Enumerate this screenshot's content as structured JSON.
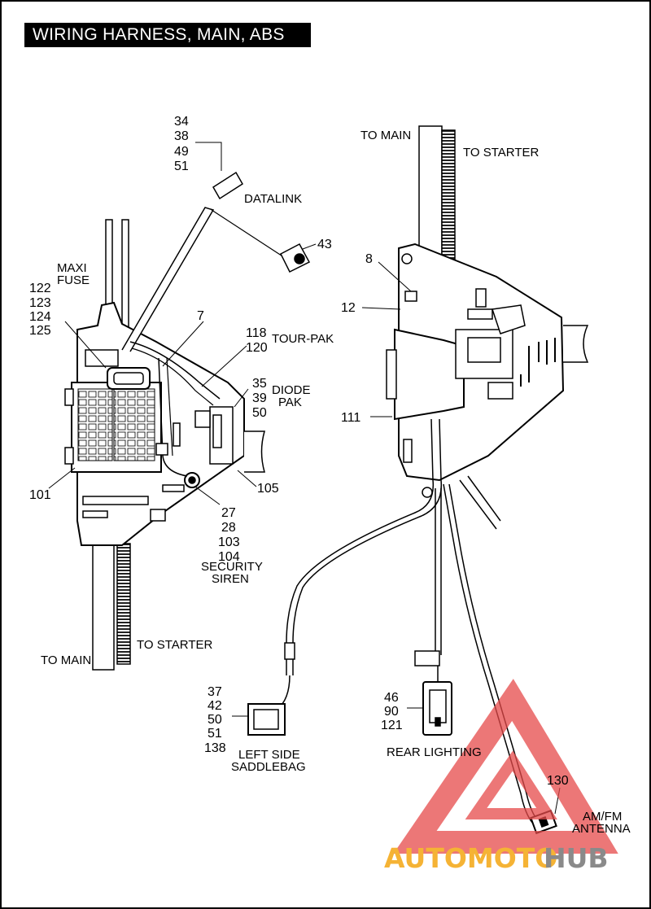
{
  "title": "WIRING HARNESS, MAIN, ABS",
  "callouts": {
    "c34": "34",
    "c38": "38",
    "c49": "49",
    "c51a": "51",
    "c43": "43",
    "c7": "7",
    "c122": "122",
    "c123": "123",
    "c124": "124",
    "c125": "125",
    "c118": "118",
    "c120": "120",
    "c35": "35",
    "c39": "39",
    "c50a": "50",
    "c101": "101",
    "c105": "105",
    "c27": "27",
    "c28": "28",
    "c103": "103",
    "c104": "104",
    "c8": "8",
    "c12": "12",
    "c111": "111",
    "c37": "37",
    "c42": "42",
    "c50b": "50",
    "c51b": "51",
    "c138": "138",
    "c46": "46",
    "c90": "90",
    "c121": "121",
    "c130": "130"
  },
  "labels": {
    "datalink": "DATALINK",
    "maxi_fuse_1": "MAXI",
    "maxi_fuse_2": "FUSE",
    "tour_pak": "TOUR-PAK",
    "diode_pak_1": "DIODE",
    "diode_pak_2": "PAK",
    "security_siren_1": "SECURITY",
    "security_siren_2": "SIREN",
    "to_main_left": "TO MAIN",
    "to_starter_left": "TO STARTER",
    "to_main_right": "TO MAIN",
    "to_starter_right": "TO STARTER",
    "left_saddlebag_1": "LEFT SIDE",
    "left_saddlebag_2": "SADDLEBAG",
    "rear_lighting": "REAR LIGHTING",
    "am_fm_1": "AM/FM",
    "am_fm_2": "ANTENNA"
  },
  "watermark": {
    "part1": "AUTOMOTO",
    "part2": "HUB",
    "color_orange": "#f5b335",
    "color_gray": "#8a8a8a",
    "color_red": "#e64a4a"
  }
}
